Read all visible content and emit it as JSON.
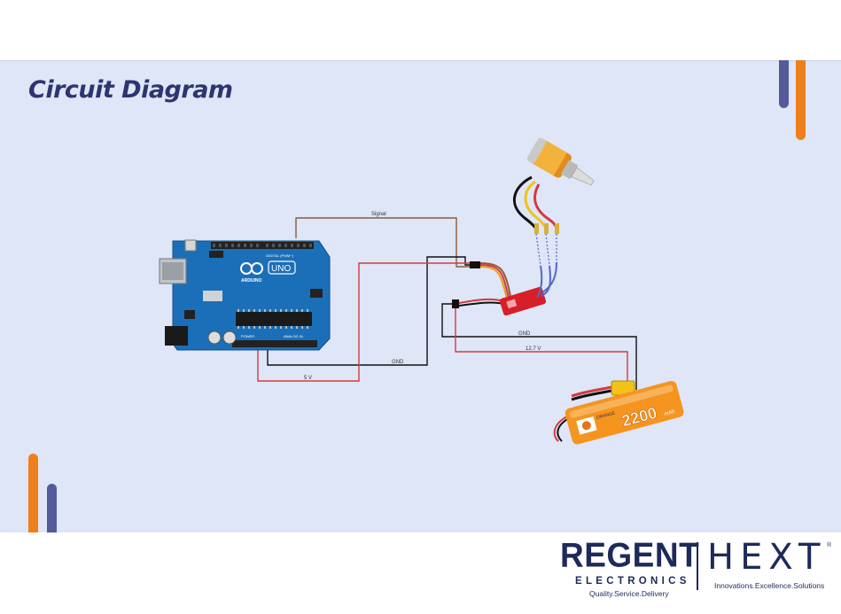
{
  "title": "Circuit Diagram",
  "wire_labels": {
    "signal": "Signal",
    "gnd_arduino": "GND",
    "five_volt": "5 V",
    "gnd_battery": "GND",
    "battery_voltage": "12.7 V"
  },
  "arduino": {
    "brand": "ARDUINO",
    "model": "UNO",
    "header_top": "DIGITAL (PWM~)",
    "header_power": "POWER",
    "header_analog": "ANALOG IN"
  },
  "battery": {
    "capacity": "2200",
    "unit": "mAh",
    "brand": "ORANGE"
  },
  "footer": {
    "regent": "REGENT",
    "electronics": "ELECTRONICS",
    "tagline_regent": "Quality.Service.Delivery",
    "hext": "HEXT",
    "registered": "®",
    "tagline_hext": "Innovations.Excellence.Solutions"
  },
  "colors": {
    "background_panel": "#dee6f7",
    "title": "#2e3470",
    "accent_orange": "#ef7f1a",
    "accent_navy": "#545a9a",
    "wire_signal": "#8b5a3c",
    "wire_gnd": "#111111",
    "wire_power": "#d23b3b",
    "arduino_board": "#1b6fb8",
    "esc_red": "#d81e28",
    "battery_orange": "#f5941f"
  }
}
